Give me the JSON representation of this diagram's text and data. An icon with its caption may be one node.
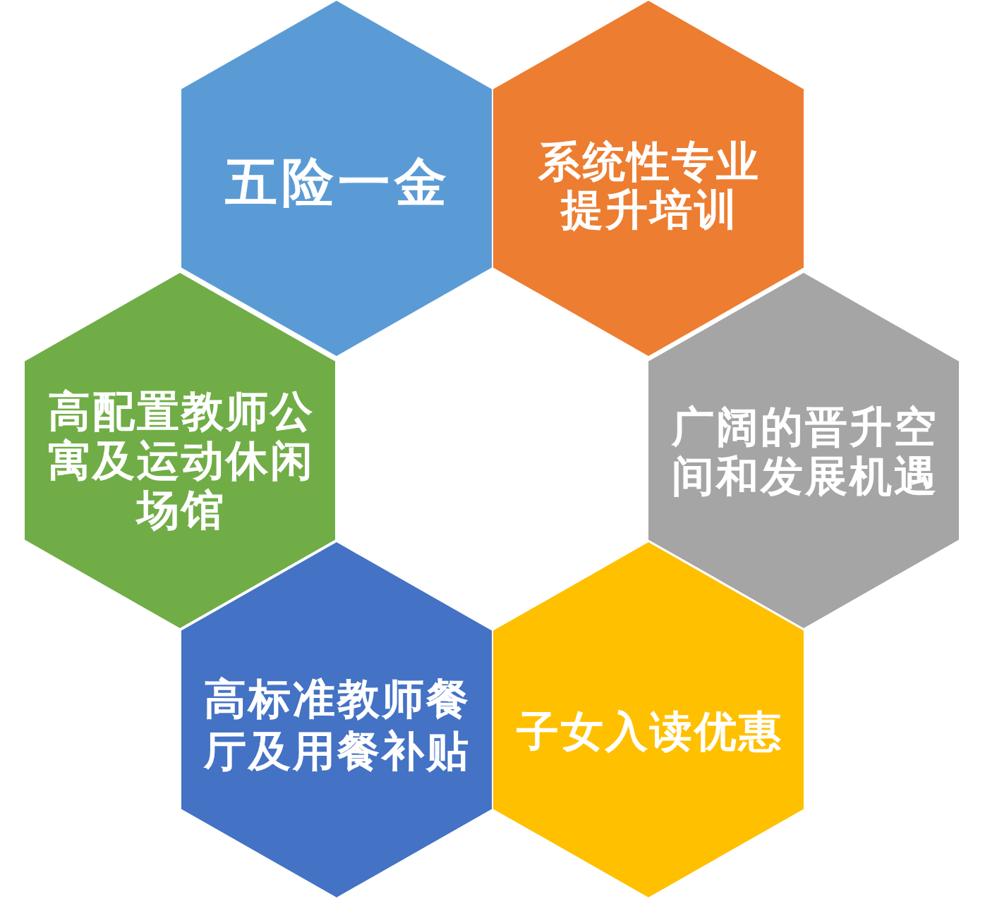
{
  "diagram": {
    "nodes": [
      {
        "text": [
          "五险一金"
        ]
      },
      {
        "text": [
          "系统性专业提升培训"
        ]
      },
      {
        "text": [
          "高配置教师公寓及运动休闲场馆"
        ]
      },
      {
        "text": [
          "广阔的晋升空间和发展机遇"
        ]
      },
      {
        "text": [
          "高标准教师餐厅及用餐补贴"
        ]
      },
      {
        "text": [
          "子女入读优惠"
        ]
      }
    ]
  }
}
